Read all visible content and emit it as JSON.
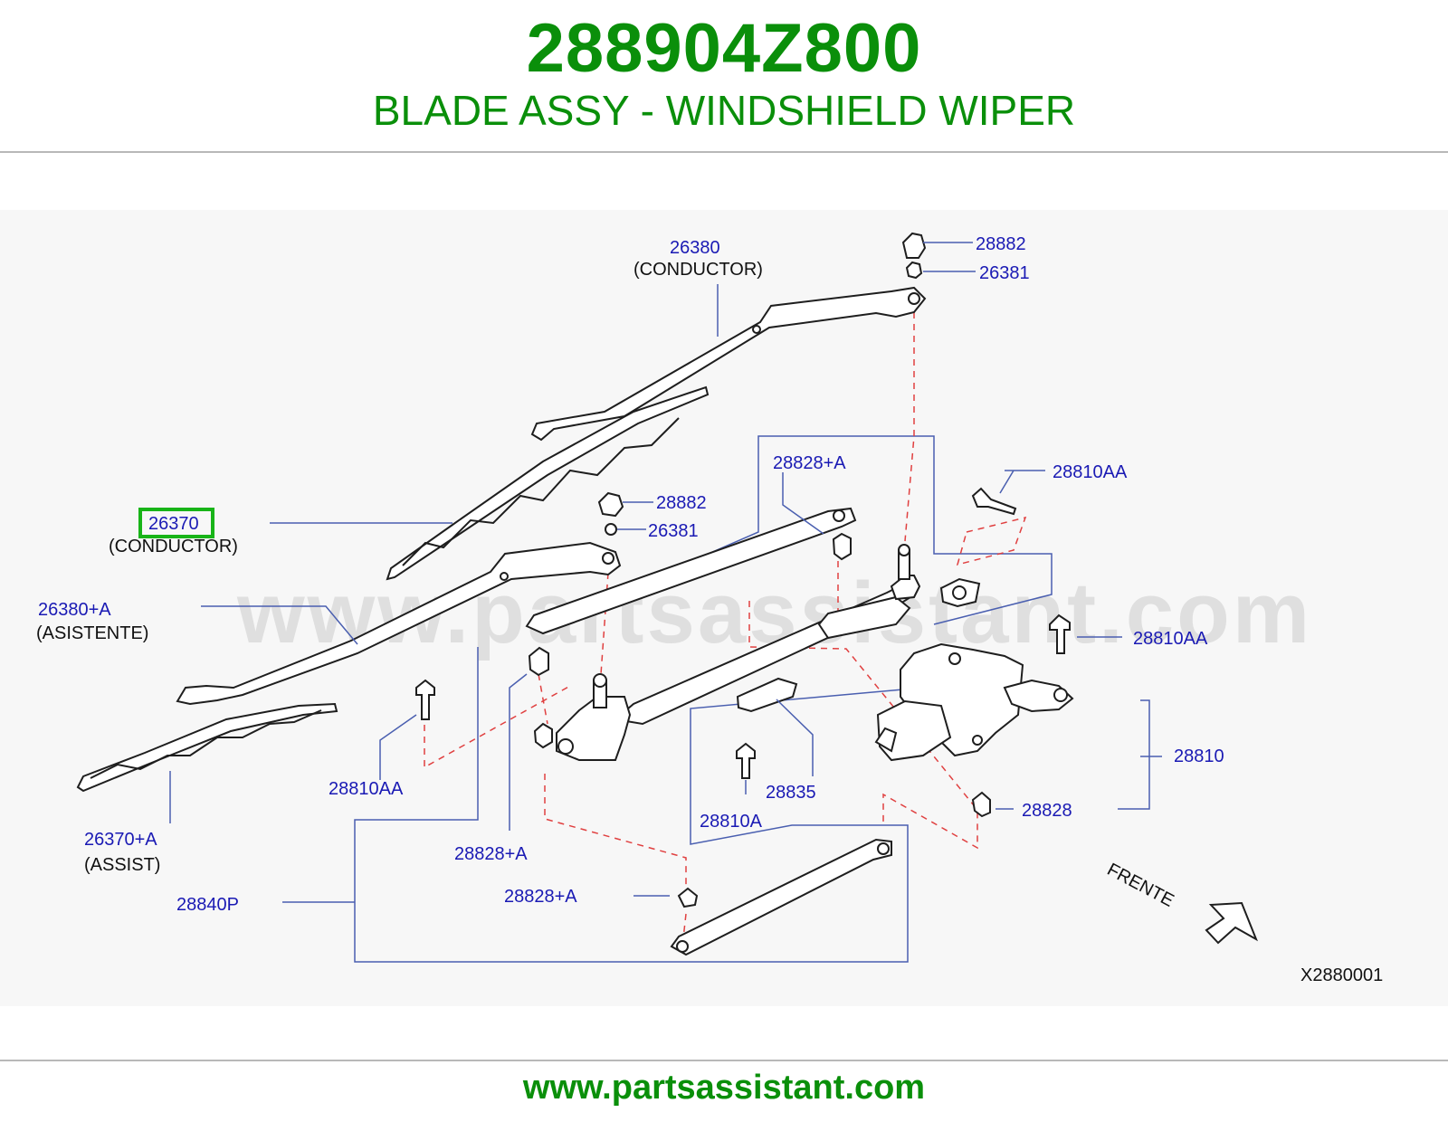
{
  "header": {
    "part_number": "288904Z800",
    "description": "BLADE ASSY - WINDSHIELD WIPER"
  },
  "diagram": {
    "watermark": "www.partsassistant.com",
    "diagram_code": "X2880001",
    "direction_label": "FRENTE",
    "highlighted_part": "26370",
    "callouts": {
      "c26380": "26380",
      "c26380_note": "(CONDUCTOR)",
      "c28882_top": "28882",
      "c26381_top": "26381",
      "c28828A_top": "28828+A",
      "c28810AA_top": "28810AA",
      "c28882_mid": "28882",
      "c26370": "26370",
      "c26370_note": "(CONDUCTOR)",
      "c26381_mid": "26381",
      "c26380A": "26380+A",
      "c26380A_note": "(ASISTENTE)",
      "c28810AA_right": "28810AA",
      "c28810AA_left": "28810AA",
      "c28835": "28835",
      "c28810": "28810",
      "c26370A": "26370+A",
      "c26370A_note": "(ASSIST)",
      "c28810A": "28810A",
      "c28828": "28828",
      "c28828A_mid": "28828+A",
      "c28828A_low": "28828+A",
      "c28840P": "28840P"
    }
  },
  "footer": {
    "url": "www.partsassistant.com"
  },
  "colors": {
    "brand_green": "#0a8f0a",
    "callout_blue": "#1a1ab4",
    "highlight_green": "#18b418",
    "dashed_red": "#e04040"
  }
}
